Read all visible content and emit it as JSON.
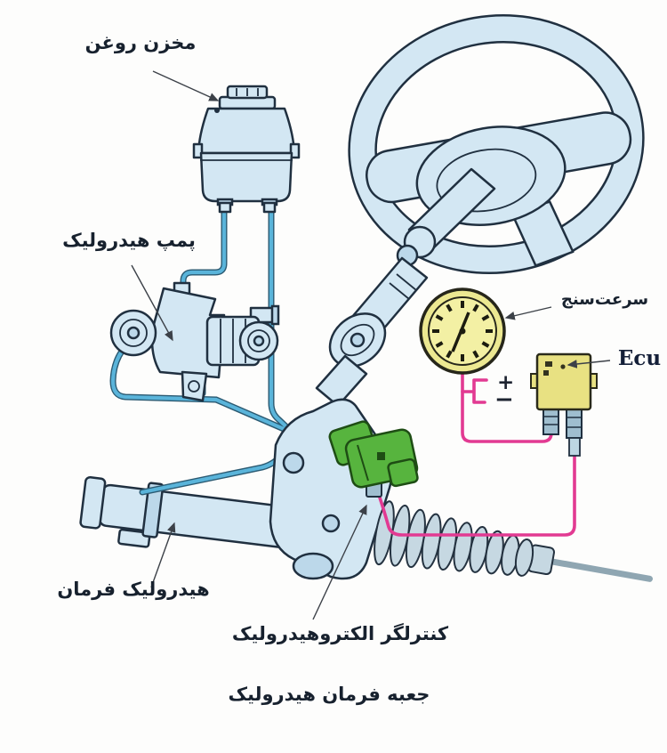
{
  "figure": {
    "caption": "جعبه فرمان هیدرولیک",
    "labels": {
      "reservoir": "مخزن روغن",
      "pump": "پمپ هیدرولیک",
      "speedometer": "سرعت‌سنج",
      "ecu": "Ecu",
      "rack": "هیدرولیک فرمان",
      "controller": "کنترلگر الکتروهیدرولیک"
    },
    "signs": {
      "plus": "+",
      "minus": "−"
    },
    "colors": {
      "component_fill": "#d3e7f3",
      "component_outline": "#203040",
      "hose_blue": "#5ab4da",
      "wire_pink": "#e23a92",
      "gauge_yellow": "#f0ec9c",
      "ecu_yellow": "#e8e182",
      "controller_green": "#57b43e",
      "background": "#fdfdfc"
    }
  }
}
